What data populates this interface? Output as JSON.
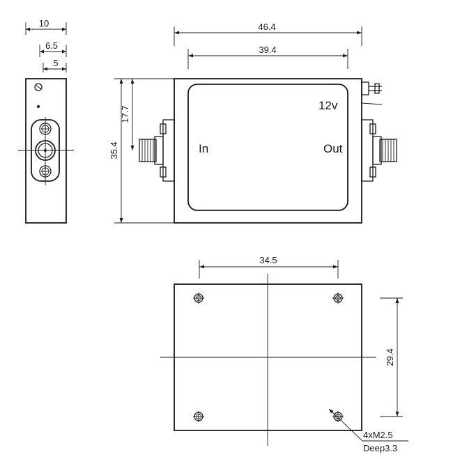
{
  "side_view": {
    "dims": {
      "width_10": "10",
      "offset_6_5": "6.5",
      "offset_5": "5"
    }
  },
  "front_view": {
    "dims": {
      "length_46_4": "46.4",
      "length_39_4": "39.4",
      "height_35_4": "35.4",
      "height_17_7": "17.7"
    },
    "labels": {
      "input": "In",
      "output": "Out",
      "supply": "12v"
    }
  },
  "bottom_view": {
    "dims": {
      "hole_spacing_x": "34.5",
      "hole_spacing_y": "29.4"
    },
    "callout": {
      "line1": "4xM2.5",
      "line2": "Deep3.3"
    }
  }
}
